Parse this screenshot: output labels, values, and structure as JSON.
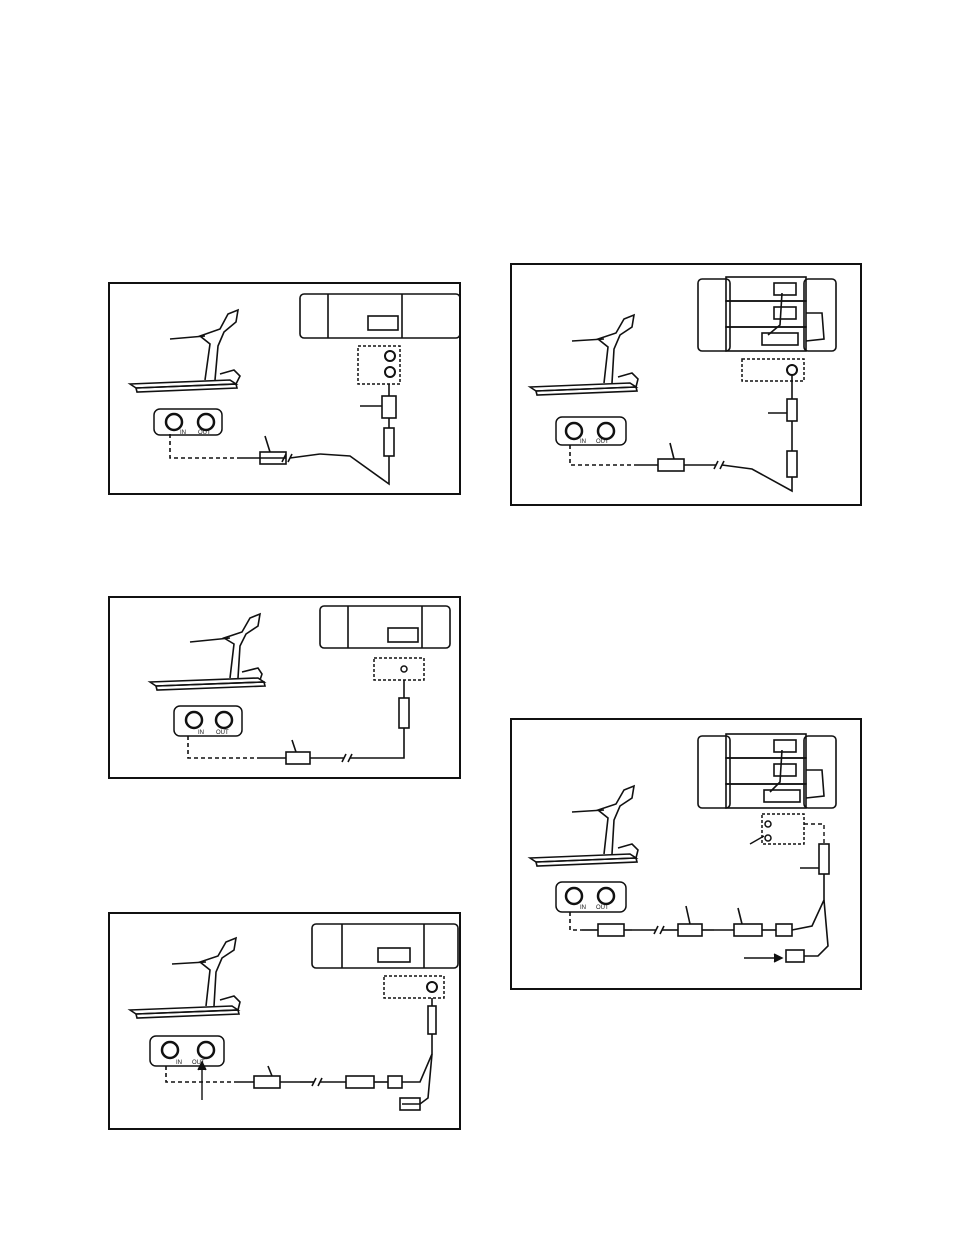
{
  "jack_labels": {
    "in": "IN",
    "out": "OUT"
  },
  "panels": [
    {
      "id": "panel-a",
      "description_text": ""
    },
    {
      "id": "panel-b",
      "description_text": ""
    },
    {
      "id": "panel-c",
      "description_text": ""
    },
    {
      "id": "panel-d",
      "description_text": ""
    },
    {
      "id": "panel-e",
      "description_text": ""
    }
  ]
}
